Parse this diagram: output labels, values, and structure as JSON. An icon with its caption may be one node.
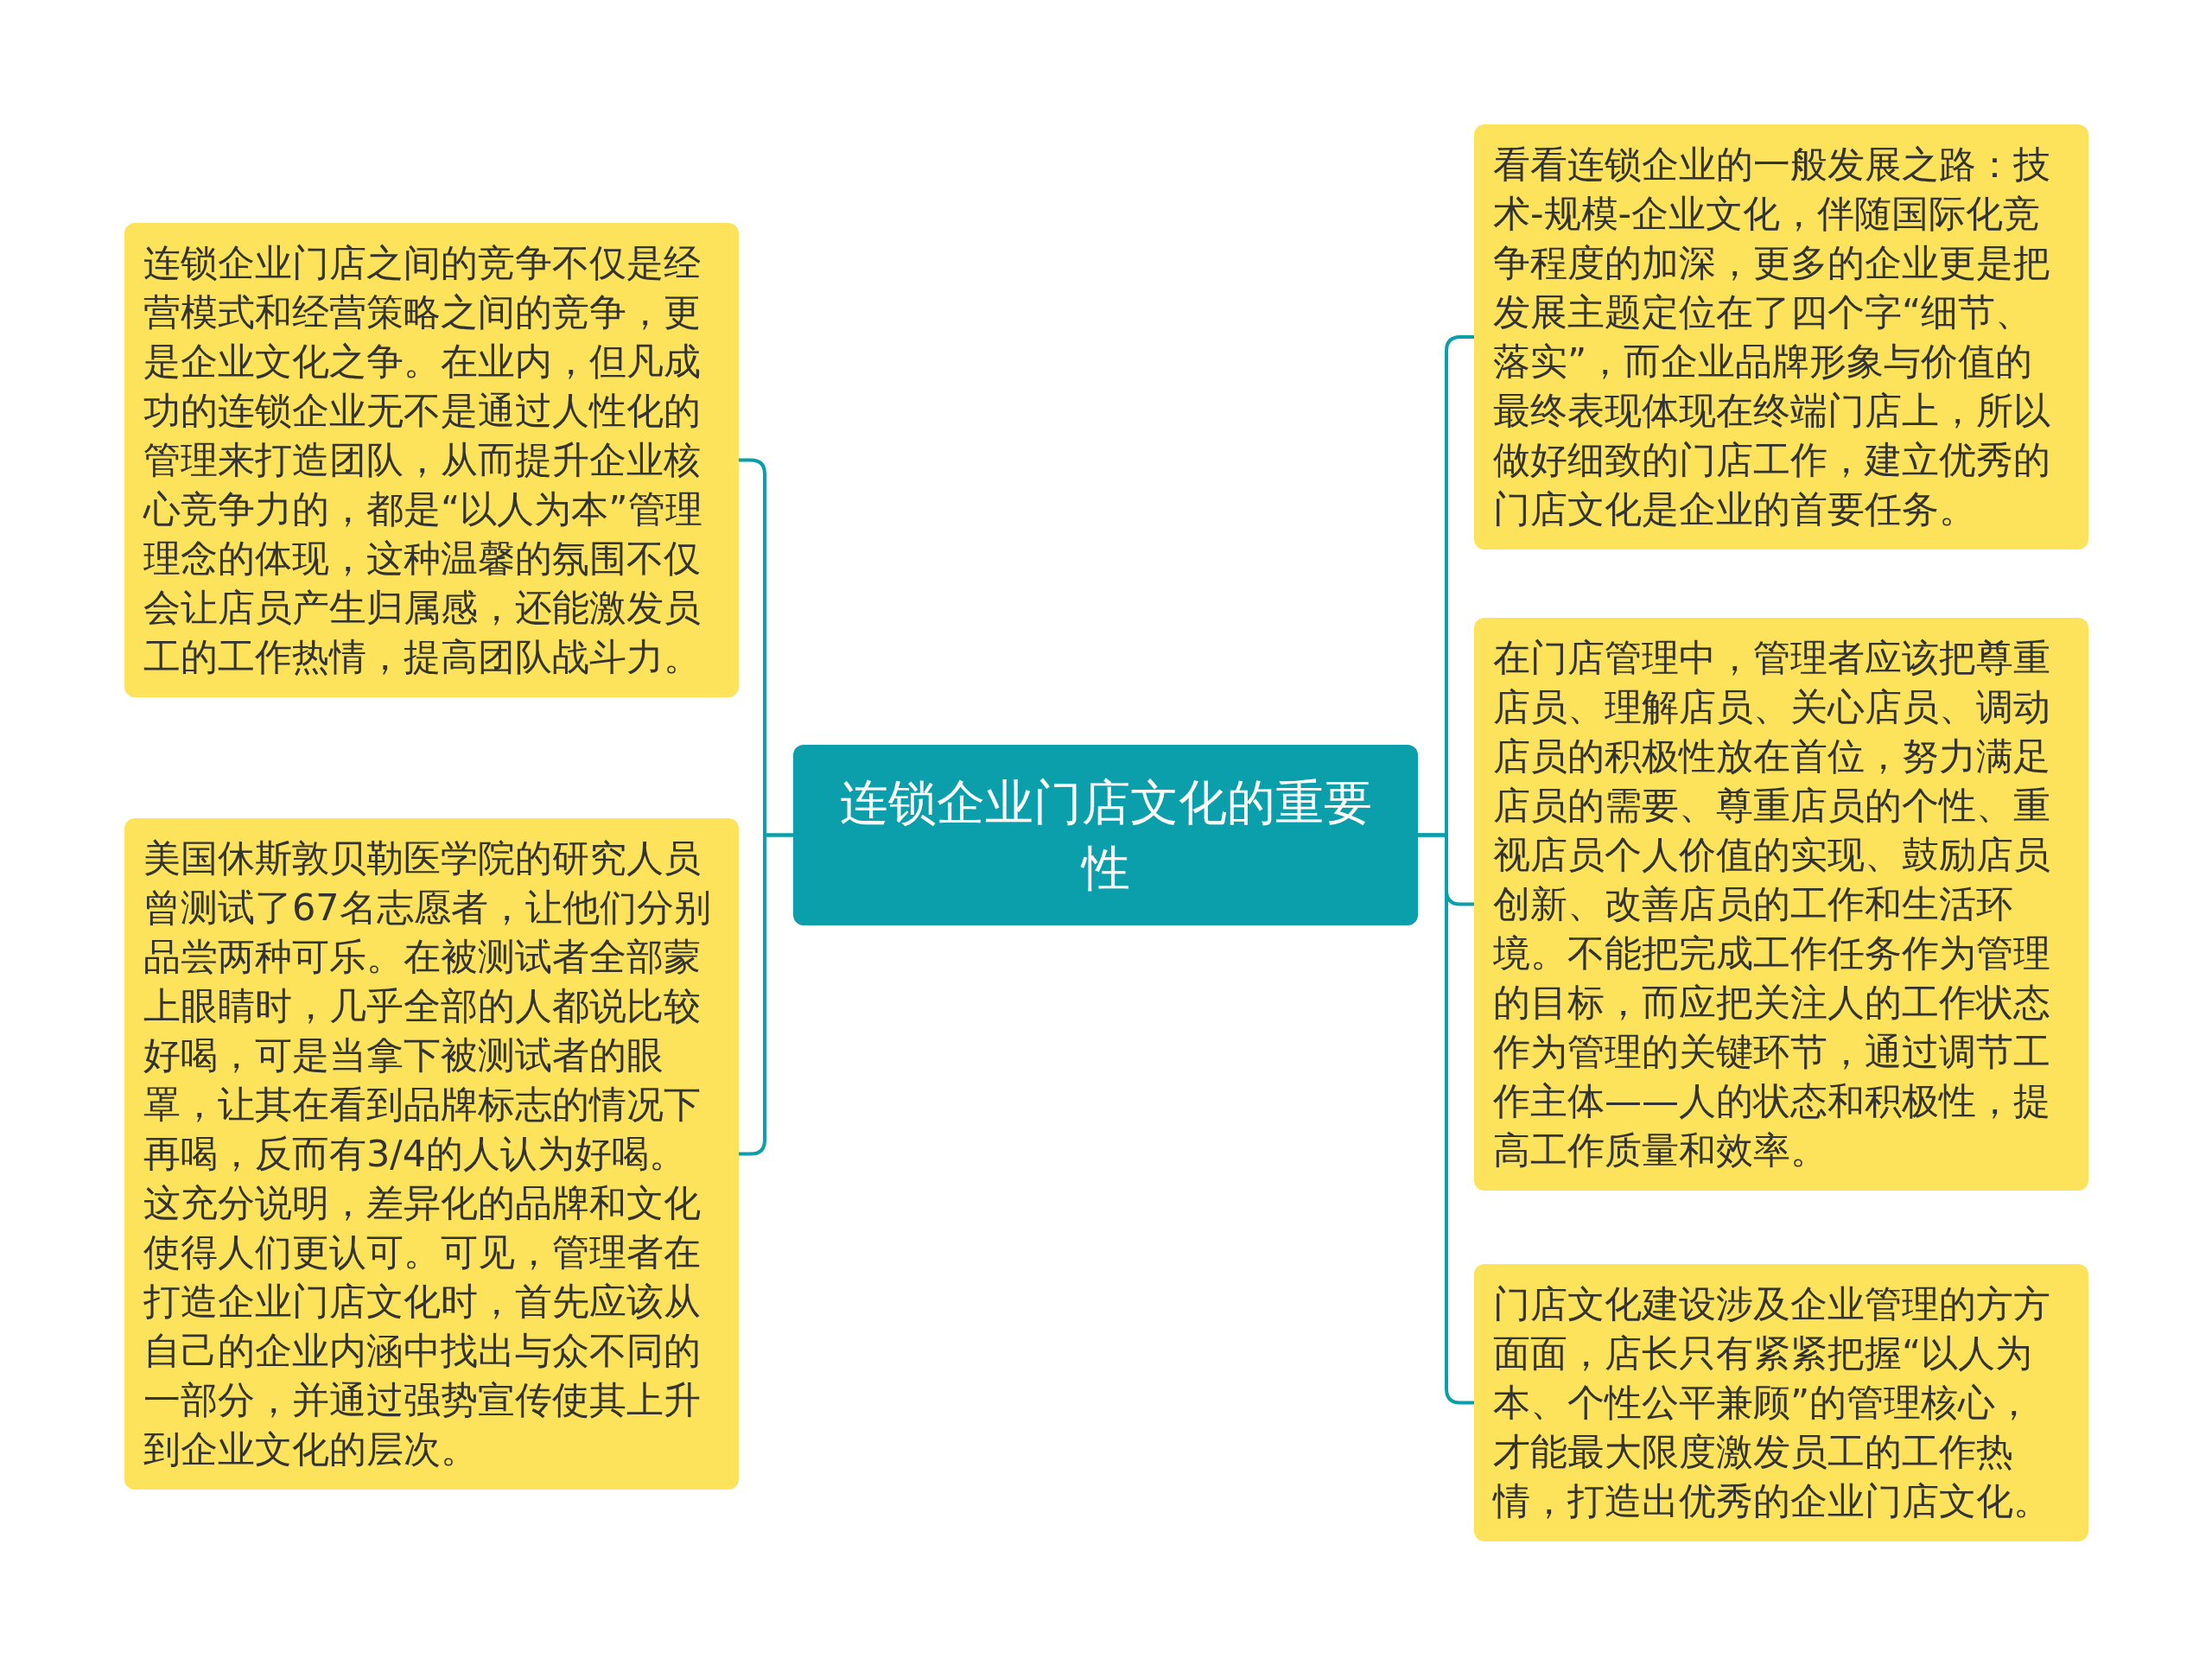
{
  "diagram": {
    "nodes": [
      {
        "text": [
          "连锁企业门店文化的重要性"
        ]
      },
      {
        "text": [
          "连锁企业门店之间的竞争不仅是经营模式和经营策略之间的竞争，更是企业文化之争。在业内，但凡成功的连锁企业无不是通过人性化的管理来打造团队，从而提升企业核心竞争力的，都是“以人为本”管理理念的体现，这种温馨的氛围不仅会让店员产生归属感，还能激发员工的工作热情，提高团队战斗力。"
        ]
      },
      {
        "text": [
          "美国休斯敦贝勒医学院的研究人员曾测试了67名志愿者，让他们分别品尝两种可乐。在被测试者全部蒙上眼睛时，几乎全部的人都说比较好喝，可是当拿下被测试者的眼罩，让其在看到品牌标志的情况下再喝，反而有3/4的人认为好喝。这充分说明，差异化的品牌和文化使得人们更认可。可见，管理者在打造企业门店文化时，首先应该从自己的企业内涵中找出与众不同的一部分，并通过强势宣传使其上升到企业文化的层次。"
        ]
      },
      {
        "text": [
          "看看连锁企业的一般发展之路：技术-规模-企业文化，伴随国际化竞争程度的加深，更多的企业更是把发展主题定位在了四个字“细节、落实”，而企业品牌形象与价值的最终表现体现在终端门店上，所以做好细致的门店工作，建立优秀的门店文化是企业的首要任务。"
        ]
      },
      {
        "text": [
          "在门店管理中，管理者应该把尊重店员、理解店员、关心店员、调动店员的积极性放在首位，努力满足店员的需要、尊重店员的个性、重视店员个人价值的实现、鼓励店员创新、改善店员的工作和生活环境。不能把完成工作任务作为管理的目标，而应把关注人的工作状态作为管理的关键环节，通过调节工作主体——人的状态和积极性，提高工作质量和效率。"
        ]
      },
      {
        "text": [
          "门店文化建设涉及企业管理的方方面面，店长只有紧紧把握“以人为本、个性公平兼顾”的管理核心，才能最大限度激发员工的工作热情，打造出优秀的企业门店文化。"
        ]
      }
    ],
    "edges": [
      {
        "from": 0,
        "to": 1,
        "arrow": "none"
      },
      {
        "from": 0,
        "to": 2,
        "arrow": "none"
      },
      {
        "from": 0,
        "to": 3,
        "arrow": "none"
      },
      {
        "from": 0,
        "to": 4,
        "arrow": "none"
      },
      {
        "from": 0,
        "to": 5,
        "arrow": "none"
      }
    ]
  }
}
